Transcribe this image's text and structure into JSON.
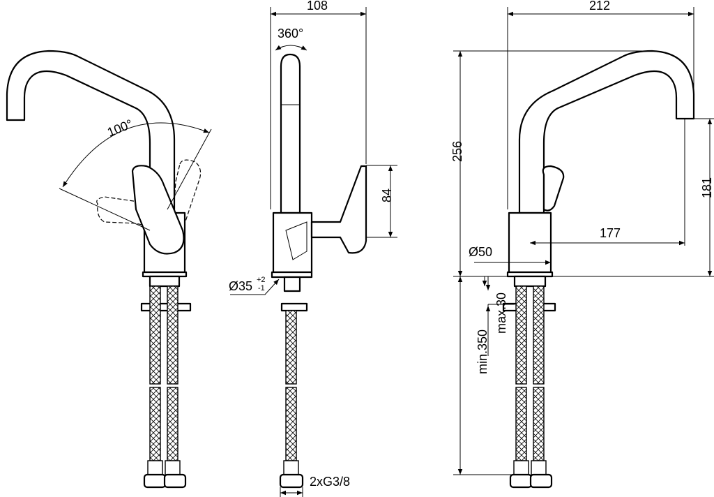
{
  "title": "Faucet technical drawing",
  "dimensions": {
    "width_side": "108",
    "rotation": "360°",
    "width_front": "212",
    "lever_angle": "100°",
    "height_total": "256",
    "handle_height": "84",
    "spout_height": "181",
    "spout_reach": "177",
    "body_diameter": "Ø50",
    "hole_diameter": "Ø35",
    "hole_tol_plus": "+2",
    "hole_tol_minus": "-1",
    "max_thickness": "max.30",
    "hose_length": "min.350",
    "connection": "2xG3/8"
  },
  "colors": {
    "line": "#000000",
    "background": "#ffffff"
  }
}
